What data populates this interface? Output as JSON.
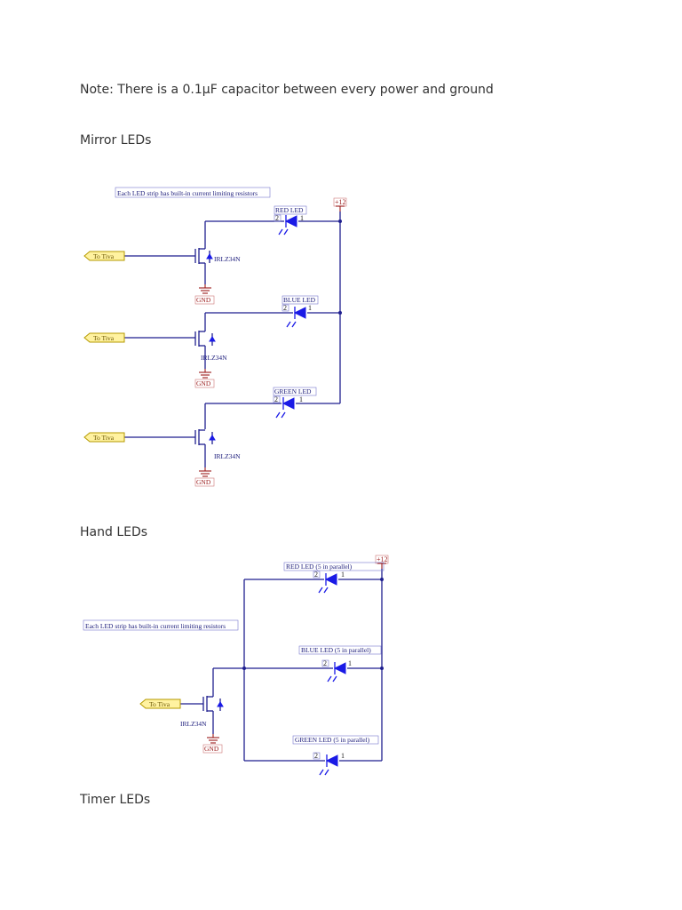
{
  "note": "Note: There is a 0.1µF capacitor between every power and ground",
  "sections": {
    "mirror": {
      "title": "Mirror LEDs",
      "annotation": "Each LED strip has built-in current limiting resistors",
      "power_label": "+12",
      "port_label": "To Tiva",
      "mosfet_label": "IRLZ34N",
      "ground_label": "GND",
      "led_labels": [
        "RED LED",
        "BLUE LED",
        "GREEN LED"
      ],
      "pin_labels": [
        "2",
        "1"
      ]
    },
    "hand": {
      "title": "Hand LEDs",
      "annotation": "Each LED strip has built-in current limiting resistors",
      "power_label": "+12",
      "port_label": "To Tiva",
      "mosfet_label": "IRLZ34N",
      "ground_label": "GND",
      "led_labels": [
        "RED LED (5 in parallel)",
        "BLUE LED (5 in parallel)",
        "GREEN LED (5 in parallel)"
      ],
      "pin_labels": [
        "2",
        "1"
      ]
    },
    "timer": {
      "title": "Timer LEDs"
    }
  }
}
